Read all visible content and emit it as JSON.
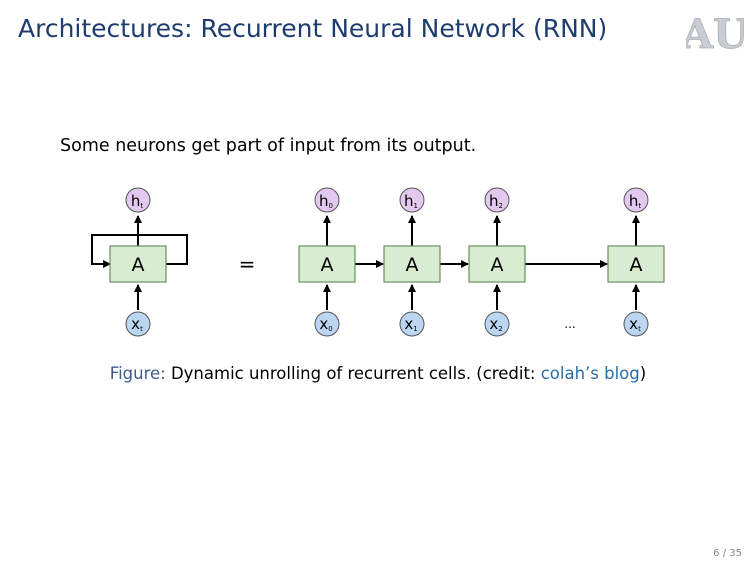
{
  "slide": {
    "title": "Architectures: Recurrent Neural Network (RNN)",
    "intro": "Some neurons get part of input from its output.",
    "page": "6 / 35"
  },
  "logo": {
    "text": "AU",
    "color": "#c9cdd3"
  },
  "figure": {
    "caption_prefix": "Figure:",
    "caption_text": " Dynamic unrolling of recurrent cells. (credit: ",
    "caption_link": "colah’s blog",
    "caption_end": ")",
    "equals": "=",
    "ellipsis": "...",
    "folded": {
      "hidden": "h",
      "hidden_sub": "t",
      "cell": "A",
      "input": "x",
      "input_sub": "t"
    },
    "unrolled": [
      {
        "hidden": "h",
        "hidden_sub": "0",
        "cell": "A",
        "input": "x",
        "input_sub": "0"
      },
      {
        "hidden": "h",
        "hidden_sub": "1",
        "cell": "A",
        "input": "x",
        "input_sub": "1"
      },
      {
        "hidden": "h",
        "hidden_sub": "2",
        "cell": "A",
        "input": "x",
        "input_sub": "2"
      },
      {
        "hidden": "h",
        "hidden_sub": "t",
        "cell": "A",
        "input": "x",
        "input_sub": "t"
      }
    ],
    "colors": {
      "cell_fill": "#d8ecd2",
      "cell_stroke": "#6a8f5e",
      "hidden_fill": "#e3c8f0",
      "input_fill": "#bcd6f2",
      "node_stroke": "#555555"
    }
  }
}
